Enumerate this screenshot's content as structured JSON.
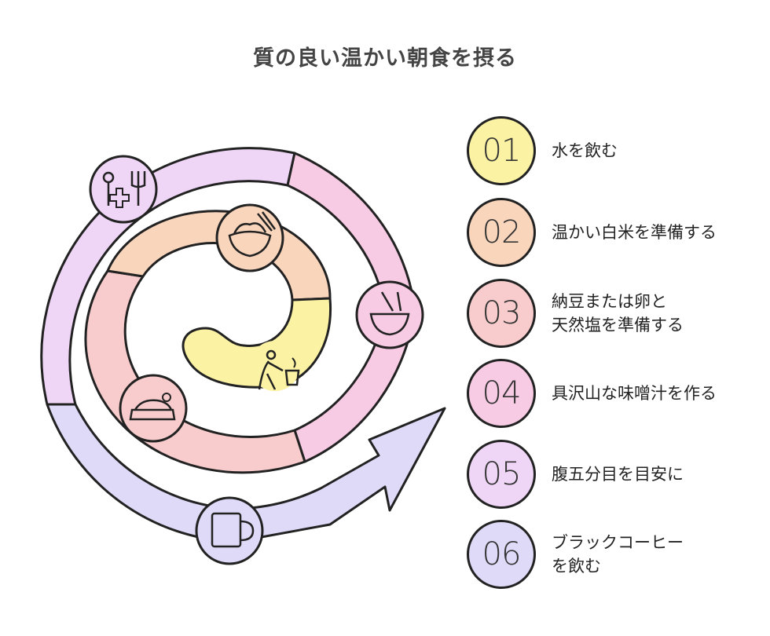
{
  "title": "質の良い温かい朝食を摂る",
  "steps": [
    {
      "number": "01",
      "label": "水を飲む",
      "color": "#FBF2A4"
    },
    {
      "number": "02",
      "label": "温かい白米を準備する",
      "color": "#F9D5BC"
    },
    {
      "number": "03",
      "label": "納豆または卵と\n天然塩を準備する",
      "color": "#F8CCCC"
    },
    {
      "number": "04",
      "label": "具沢山な味噌汁を作る",
      "color": "#F8CBE4"
    },
    {
      "number": "05",
      "label": "腹五分目を目安に",
      "color": "#EFD5F6"
    },
    {
      "number": "06",
      "label": "ブラックコーヒー\nを飲む",
      "color": "#DEDAF8"
    }
  ],
  "icons": [
    "glass-pour-icon",
    "rice-bowl-icon",
    "egg-and-salt-icon",
    "soup-bowl-icon",
    "utensils-icon",
    "coffee-mug-icon"
  ]
}
